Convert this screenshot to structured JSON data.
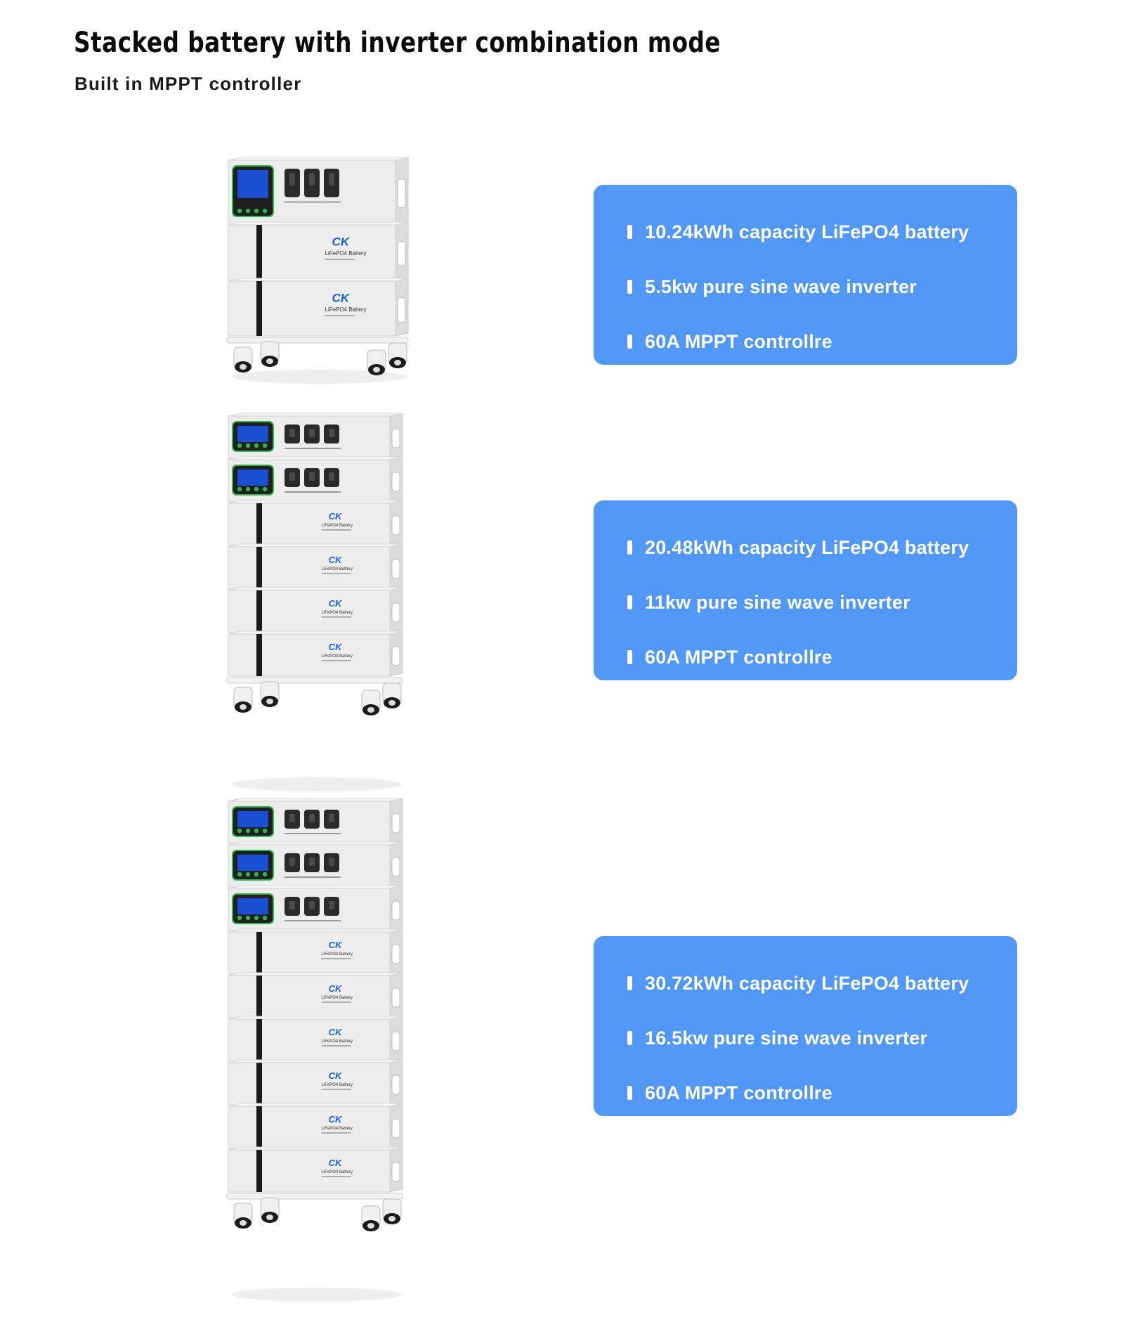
{
  "header": {
    "title": "Stacked battery with inverter combination mode",
    "subtitle": "Built in MPPT controller"
  },
  "product": {
    "brand_logo": "CK",
    "battery_label": "LiFePO4 Battery",
    "colors": {
      "accent_blue": "#5197f6",
      "body": "#ededed",
      "screen": "#1a4fd1",
      "panel_trim": "#2fb34a"
    }
  },
  "configurations": [
    {
      "inverters": 1,
      "batteries": 2,
      "features": [
        "10.24kWh capacity LiFePO4 battery",
        "5.5kw pure sine wave inverter",
        "60A MPPT controllre"
      ]
    },
    {
      "inverters": 2,
      "batteries": 4,
      "features": [
        "20.48kWh capacity LiFePO4 battery",
        "11kw pure sine wave inverter",
        "60A MPPT controllre"
      ]
    },
    {
      "inverters": 3,
      "batteries": 6,
      "features": [
        "30.72kWh capacity LiFePO4 battery",
        "16.5kw pure sine wave inverter",
        "60A MPPT controllre"
      ]
    }
  ]
}
